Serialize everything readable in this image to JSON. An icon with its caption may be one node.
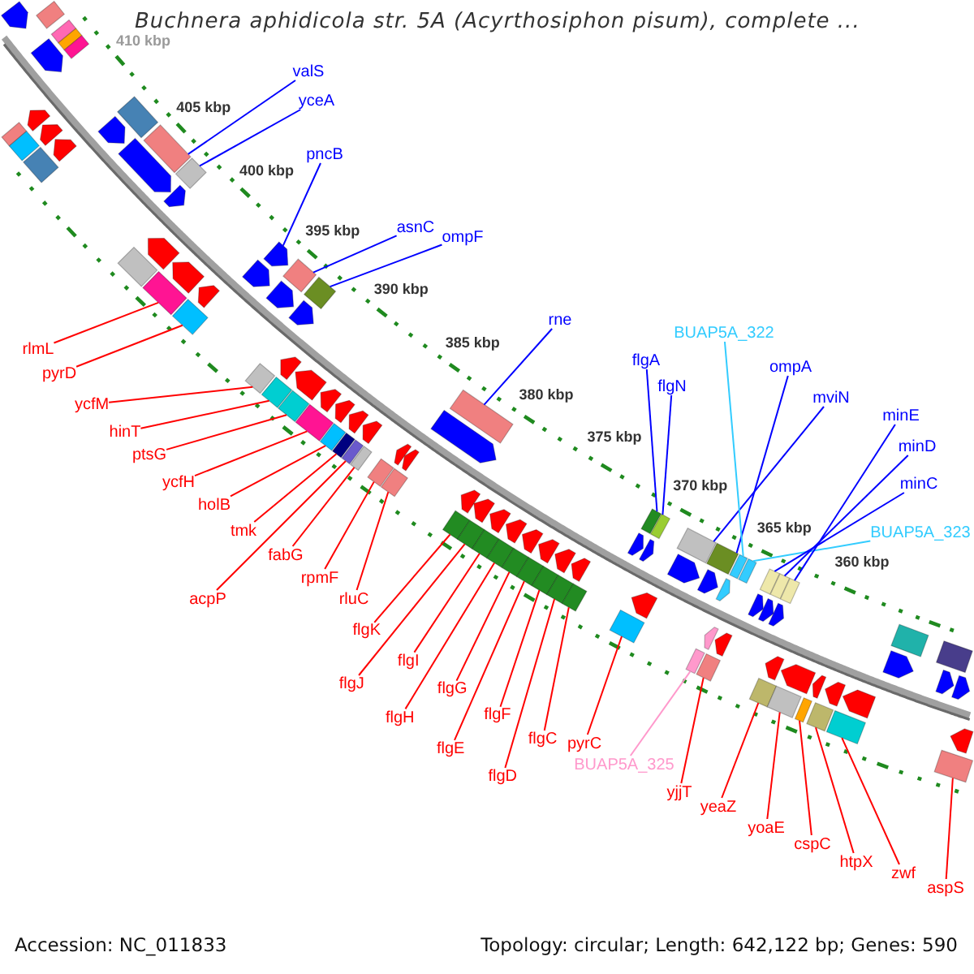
{
  "diagram": {
    "title": "Buchnera aphidicola str. 5A (Acyrthosiphon pisum), complete ...",
    "nodes": [
      {
        "text": [
          "valS"
        ]
      },
      {
        "text": [
          "yceA"
        ]
      },
      {
        "text": [
          "pncB"
        ]
      },
      {
        "text": [
          "asnC"
        ]
      },
      {
        "text": [
          "ompF"
        ]
      },
      {
        "text": [
          "rne"
        ]
      },
      {
        "text": [
          "flgA"
        ]
      },
      {
        "text": [
          "flgN"
        ]
      },
      {
        "text": [
          "mviN"
        ]
      },
      {
        "text": [
          "ompA"
        ]
      },
      {
        "text": [
          "BUAP5A_322"
        ]
      },
      {
        "text": [
          "BUAP5A_323"
        ]
      },
      {
        "text": [
          "minC"
        ]
      },
      {
        "text": [
          "minD"
        ]
      },
      {
        "text": [
          "minE"
        ]
      },
      {
        "text": [
          "rlmL"
        ]
      },
      {
        "text": [
          "pyrD"
        ]
      },
      {
        "text": [
          "ycfM"
        ]
      },
      {
        "text": [
          "hinT"
        ]
      },
      {
        "text": [
          "ptsG"
        ]
      },
      {
        "text": [
          "ycfH"
        ]
      },
      {
        "text": [
          "holB"
        ]
      },
      {
        "text": [
          "tmk"
        ]
      },
      {
        "text": [
          "acpP"
        ]
      },
      {
        "text": [
          "fabG"
        ]
      },
      {
        "text": [
          "rpmF"
        ]
      },
      {
        "text": [
          "rluC"
        ]
      },
      {
        "text": [
          "flgK"
        ]
      },
      {
        "text": [
          "flgJ"
        ]
      },
      {
        "text": [
          "flgI"
        ]
      },
      {
        "text": [
          "flgH"
        ]
      },
      {
        "text": [
          "flgG"
        ]
      },
      {
        "text": [
          "flgE"
        ]
      },
      {
        "text": [
          "flgF"
        ]
      },
      {
        "text": [
          "flgD"
        ]
      },
      {
        "text": [
          "flgC"
        ]
      },
      {
        "text": [
          "pyrC"
        ]
      },
      {
        "text": [
          "BUAP5A_325"
        ]
      },
      {
        "text": [
          "yjjT"
        ]
      },
      {
        "text": [
          "yeaZ"
        ]
      },
      {
        "text": [
          "yoaE"
        ]
      },
      {
        "text": [
          "cspC"
        ]
      },
      {
        "text": [
          "htpX"
        ]
      },
      {
        "text": [
          "zwf"
        ]
      },
      {
        "text": [
          "aspS"
        ]
      },
      {
        "text": [],
        "shape": "pentagon"
      },
      {
        "text": [],
        "shape": "box"
      },
      {
        "text": [],
        "shape": "box"
      },
      {
        "text": [],
        "shape": "box"
      },
      {
        "text": [],
        "shape": "pentagon"
      },
      {
        "text": [],
        "shape": "box"
      },
      {
        "text": [],
        "shape": "box"
      },
      {
        "text": [],
        "shape": "pentagon"
      },
      {
        "text": [],
        "shape": "diamond"
      },
      {
        "text": [],
        "shape": "pentagon"
      },
      {
        "text": [],
        "shape": "diamond"
      },
      {
        "text": [],
        "shape": "pentagon"
      },
      {
        "text": [],
        "shape": "pentagon"
      },
      {
        "text": [],
        "shape": "box"
      },
      {
        "text": [],
        "shape": "box"
      },
      {
        "text": [],
        "shape": "pentagon"
      },
      {
        "text": [],
        "shape": "diamond"
      },
      {
        "text": [],
        "shape": "pentagon"
      },
      {
        "text": [],
        "shape": "box"
      },
      {
        "text": [],
        "shape": "pentagon"
      },
      {
        "text": [],
        "shape": "box"
      },
      {
        "text": [],
        "shape": "pentagon"
      },
      {
        "text": [],
        "shape": "pentagon"
      },
      {
        "text": [],
        "shape": "diamond"
      },
      {
        "text": [],
        "shape": "pentagon"
      },
      {
        "text": [],
        "shape": "pentagon"
      },
      {
        "text": [],
        "shape": "diamond"
      },
      {
        "text": [],
        "shape": "pentagon"
      },
      {
        "text": [],
        "shape": "diamond"
      },
      {
        "text": [],
        "shape": "pentagon"
      },
      {
        "text": [],
        "shape": "box"
      },
      {
        "text": [],
        "shape": "pentagon"
      },
      {
        "text": [],
        "shape": "box"
      },
      {
        "text": [],
        "shape": "pentagon"
      },
      {
        "text": [],
        "shape": "diamond"
      },
      {
        "text": [],
        "shape": "pentagon"
      },
      {
        "text": [],
        "shape": "box"
      },
      {
        "text": [],
        "shape": "pentagon"
      },
      {
        "text": [],
        "shape": "box"
      },
      {
        "text": [],
        "shape": "pentagon"
      },
      {
        "text": [],
        "shape": "box"
      },
      {
        "text": [],
        "shape": "pentagon"
      },
      {
        "text": [],
        "shape": "box"
      },
      {
        "text": [],
        "shape": "box"
      },
      {
        "text": [],
        "shape": "box"
      },
      {
        "text": [],
        "shape": "pentagon"
      },
      {
        "text": [],
        "shape": "pentagon"
      },
      {
        "text": [],
        "shape": "box"
      },
      {
        "text": [],
        "shape": "box"
      },
      {
        "text": [],
        "shape": "pentagon"
      },
      {
        "text": [],
        "shape": "pentagon"
      },
      {
        "text": [],
        "shape": "box"
      },
      {
        "text": [],
        "shape": "pentagon"
      },
      {
        "text": [],
        "shape": "box"
      },
      {
        "text": [],
        "shape": "pentagon"
      },
      {
        "text": [],
        "shape": "box"
      },
      {
        "text": [],
        "shape": "pentagon"
      },
      {
        "text": [],
        "shape": "box"
      },
      {
        "text": [],
        "shape": "pentagon"
      },
      {
        "text": [],
        "shape": "box"
      },
      {
        "text": [],
        "shape": "box"
      },
      {
        "text": [],
        "shape": "pentagon"
      },
      {
        "text": [],
        "shape": "box"
      },
      {
        "text": [],
        "shape": "pentagon"
      },
      {
        "text": [],
        "shape": "box"
      },
      {
        "text": [],
        "shape": "pentagon"
      },
      {
        "text": [],
        "shape": "box"
      },
      {
        "text": [],
        "shape": "box"
      },
      {
        "text": [],
        "shape": "pentagon"
      },
      {
        "text": [],
        "shape": "box"
      },
      {
        "text": [],
        "shape": "pentagon"
      },
      {
        "text": [],
        "shape": "box"
      },
      {
        "text": [],
        "shape": "pentagon"
      },
      {
        "text": [],
        "shape": "box"
      },
      {
        "text": [],
        "shape": "pentagon"
      },
      {
        "text": [],
        "shape": "box"
      },
      {
        "text": [],
        "shape": "pentagon"
      },
      {
        "text": [],
        "shape": "pentagon"
      },
      {
        "text": [],
        "shape": "box"
      },
      {
        "text": [],
        "shape": "box"
      },
      {
        "text": [],
        "shape": "pentagon"
      },
      {
        "text": [],
        "shape": "box"
      },
      {
        "text": [],
        "shape": "box"
      },
      {
        "text": [],
        "shape": "pentagon"
      },
      {
        "text": [],
        "shape": "box"
      },
      {
        "text": [],
        "shape": "pentagon"
      },
      {
        "text": [],
        "shape": "pentagon"
      },
      {
        "text": [],
        "shape": "box"
      },
      {
        "text": [],
        "shape": "pentagon"
      },
      {
        "text": [],
        "shape": "box"
      },
      {
        "text": [],
        "shape": "pentagon"
      },
      {
        "text": [],
        "shape": "box"
      },
      {
        "text": [],
        "shape": "box"
      },
      {
        "text": [],
        "shape": "pentagon"
      },
      {
        "text": [],
        "shape": "box"
      },
      {
        "text": [],
        "shape": "pentagon"
      },
      {
        "text": [],
        "shape": "box"
      },
      {
        "text": [],
        "shape": "pentagon"
      },
      {
        "text": [],
        "shape": "box"
      },
      {
        "text": [],
        "shape": "pentagon"
      },
      {
        "text": [],
        "shape": "box"
      },
      {
        "text": [],
        "shape": "pentagon"
      },
      {
        "text": [],
        "shape": "pentagon"
      },
      {
        "text": [],
        "shape": "box"
      },
      {
        "text": [],
        "shape": "pentagon"
      },
      {
        "text": [],
        "shape": "pentagon"
      },
      {
        "text": [],
        "shape": "box"
      }
    ],
    "edges": [
      {
        "from": 0,
        "to": 59,
        "arrow": "none",
        "color": "#0000ff"
      },
      {
        "from": 1,
        "to": 61,
        "arrow": "none",
        "color": "#0000ff"
      },
      {
        "from": 2,
        "to": 70,
        "arrow": "none",
        "color": "#0000ff"
      },
      {
        "from": 3,
        "to": 71,
        "arrow": "none",
        "color": "#0000ff"
      },
      {
        "from": 4,
        "to": 73,
        "arrow": "none",
        "color": "#0000ff"
      },
      {
        "from": 5,
        "to": 93,
        "arrow": "none",
        "color": "#0000ff"
      },
      {
        "from": 6,
        "to": 112,
        "arrow": "none",
        "color": "#0000ff"
      },
      {
        "from": 7,
        "to": 114,
        "arrow": "none",
        "color": "#0000ff"
      },
      {
        "from": 8,
        "to": 118,
        "arrow": "none",
        "color": "#0000ff"
      },
      {
        "from": 9,
        "to": 120,
        "arrow": "none",
        "color": "#0000ff"
      },
      {
        "from": 10,
        "to": 123,
        "arrow": "none",
        "color": "#33ccff"
      },
      {
        "from": 11,
        "to": 126,
        "arrow": "none",
        "color": "#33ccff"
      },
      {
        "from": 12,
        "to": 129,
        "arrow": "none",
        "color": "#0000ff"
      },
      {
        "from": 13,
        "to": 132,
        "arrow": "none",
        "color": "#0000ff"
      },
      {
        "from": 14,
        "to": 134,
        "arrow": "none",
        "color": "#0000ff"
      },
      {
        "from": 15,
        "to": 65,
        "arrow": "none"
      },
      {
        "from": 16,
        "to": 68,
        "arrow": "none"
      },
      {
        "from": 17,
        "to": 75,
        "arrow": "none"
      },
      {
        "from": 18,
        "to": 77,
        "arrow": "none"
      },
      {
        "from": 19,
        "to": 79,
        "arrow": "none"
      },
      {
        "from": 20,
        "to": 81,
        "arrow": "none"
      },
      {
        "from": 21,
        "to": 83,
        "arrow": "none"
      },
      {
        "from": 22,
        "to": 85,
        "arrow": "none"
      },
      {
        "from": 23,
        "to": 87,
        "arrow": "none"
      },
      {
        "from": 24,
        "to": 88,
        "arrow": "none"
      },
      {
        "from": 25,
        "to": 89,
        "arrow": "none"
      },
      {
        "from": 26,
        "to": 92,
        "arrow": "none"
      },
      {
        "from": 27,
        "to": 96,
        "arrow": "none"
      },
      {
        "from": 28,
        "to": 98,
        "arrow": "none"
      },
      {
        "from": 29,
        "to": 100,
        "arrow": "none"
      },
      {
        "from": 30,
        "to": 102,
        "arrow": "none"
      },
      {
        "from": 31,
        "to": 104,
        "arrow": "none"
      },
      {
        "from": 32,
        "to": 105,
        "arrow": "none"
      },
      {
        "from": 33,
        "to": 107,
        "arrow": "none"
      },
      {
        "from": 34,
        "to": 109,
        "arrow": "none"
      },
      {
        "from": 35,
        "to": 111,
        "arrow": "none"
      },
      {
        "from": 36,
        "to": 116,
        "arrow": "none"
      },
      {
        "from": 37,
        "to": 124,
        "arrow": "none",
        "color": "#ff99cc"
      },
      {
        "from": 38,
        "to": 127,
        "arrow": "none"
      },
      {
        "from": 39,
        "to": 136,
        "arrow": "none"
      },
      {
        "from": 40,
        "to": 137,
        "arrow": "none"
      },
      {
        "from": 41,
        "to": 139,
        "arrow": "none"
      },
      {
        "from": 42,
        "to": 141,
        "arrow": "none"
      },
      {
        "from": 43,
        "to": 143,
        "arrow": "none"
      },
      {
        "from": 44,
        "to": 151,
        "arrow": "none"
      }
    ],
    "labels": [
      "410 kbp",
      "405 kbp",
      "400 kbp",
      "395 kbp",
      "390 kbp",
      "385 kbp",
      "380 kbp",
      "375 kbp",
      "370 kbp",
      "365 kbp",
      "360 kbp",
      "Accession: NC_011833",
      "Topology: circular; Length: 642,122 bp; Genes: 590"
    ]
  }
}
